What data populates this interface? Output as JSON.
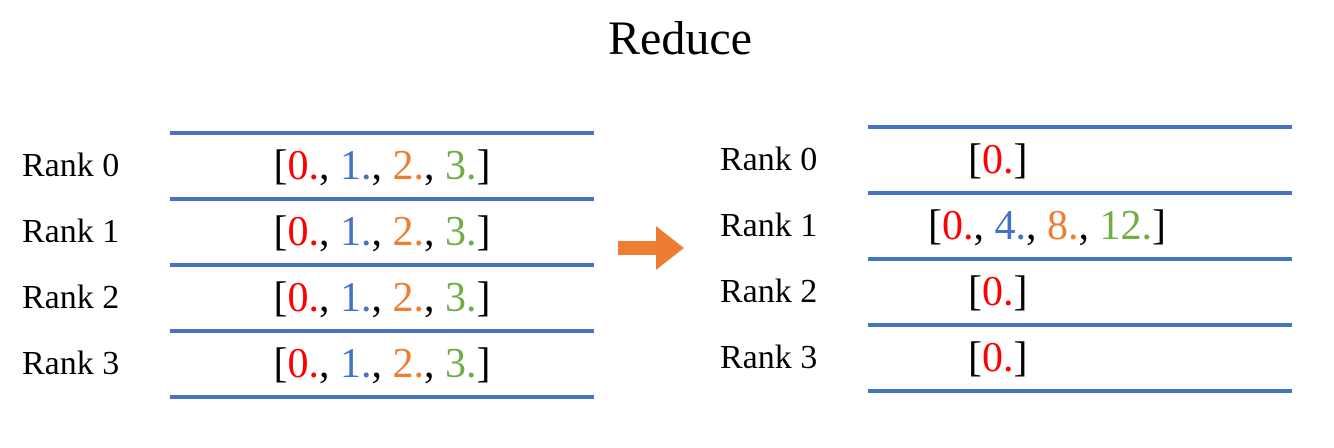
{
  "title": "Reduce",
  "colors": {
    "black": "#000000",
    "red": "#FF0000",
    "blue": "#4472C4",
    "orange": "#ED7D31",
    "green": "#70AD47",
    "line": "#4472C4",
    "arrow": "#ED7D31"
  },
  "before_table": {
    "rows": [
      {
        "label": "Rank 0",
        "tokens": [
          {
            "text": "[",
            "color": "black"
          },
          {
            "text": "0.",
            "color": "red"
          },
          {
            "text": ", ",
            "color": "black"
          },
          {
            "text": "1.",
            "color": "blue"
          },
          {
            "text": ", ",
            "color": "black"
          },
          {
            "text": "2.",
            "color": "orange"
          },
          {
            "text": ", ",
            "color": "black"
          },
          {
            "text": "3.",
            "color": "green"
          },
          {
            "text": "]",
            "color": "black"
          }
        ]
      },
      {
        "label": "Rank 1",
        "tokens": [
          {
            "text": "[",
            "color": "black"
          },
          {
            "text": "0.",
            "color": "red"
          },
          {
            "text": ", ",
            "color": "black"
          },
          {
            "text": "1.",
            "color": "blue"
          },
          {
            "text": ", ",
            "color": "black"
          },
          {
            "text": "2.",
            "color": "orange"
          },
          {
            "text": ", ",
            "color": "black"
          },
          {
            "text": "3.",
            "color": "green"
          },
          {
            "text": "]",
            "color": "black"
          }
        ]
      },
      {
        "label": "Rank 2",
        "tokens": [
          {
            "text": "[",
            "color": "black"
          },
          {
            "text": "0.",
            "color": "red"
          },
          {
            "text": ", ",
            "color": "black"
          },
          {
            "text": "1.",
            "color": "blue"
          },
          {
            "text": ", ",
            "color": "black"
          },
          {
            "text": "2.",
            "color": "orange"
          },
          {
            "text": ", ",
            "color": "black"
          },
          {
            "text": "3.",
            "color": "green"
          },
          {
            "text": "]",
            "color": "black"
          }
        ]
      },
      {
        "label": "Rank 3",
        "tokens": [
          {
            "text": "[",
            "color": "black"
          },
          {
            "text": "0.",
            "color": "red"
          },
          {
            "text": ", ",
            "color": "black"
          },
          {
            "text": "1.",
            "color": "blue"
          },
          {
            "text": ", ",
            "color": "black"
          },
          {
            "text": "2.",
            "color": "orange"
          },
          {
            "text": ", ",
            "color": "black"
          },
          {
            "text": "3.",
            "color": "green"
          },
          {
            "text": "]",
            "color": "black"
          }
        ]
      }
    ]
  },
  "after_table": {
    "rows": [
      {
        "label": "Rank 0",
        "tokens": [
          {
            "text": "[",
            "color": "black"
          },
          {
            "text": "0.",
            "color": "red"
          },
          {
            "text": "]",
            "color": "black"
          }
        ]
      },
      {
        "label": "Rank 1",
        "tokens": [
          {
            "text": "[",
            "color": "black"
          },
          {
            "text": "0.",
            "color": "red"
          },
          {
            "text": ", ",
            "color": "black"
          },
          {
            "text": "4.",
            "color": "blue"
          },
          {
            "text": ", ",
            "color": "black"
          },
          {
            "text": "8.",
            "color": "orange"
          },
          {
            "text": ", ",
            "color": "black"
          },
          {
            "text": "12.",
            "color": "green"
          },
          {
            "text": "]",
            "color": "black"
          }
        ]
      },
      {
        "label": "Rank 2",
        "tokens": [
          {
            "text": "[",
            "color": "black"
          },
          {
            "text": "0.",
            "color": "red"
          },
          {
            "text": "]",
            "color": "black"
          }
        ]
      },
      {
        "label": "Rank 3",
        "tokens": [
          {
            "text": "[",
            "color": "black"
          },
          {
            "text": "0.",
            "color": "red"
          },
          {
            "text": "]",
            "color": "black"
          }
        ]
      }
    ]
  },
  "arrow": {
    "icon": "right-arrow",
    "direction": "right"
  }
}
